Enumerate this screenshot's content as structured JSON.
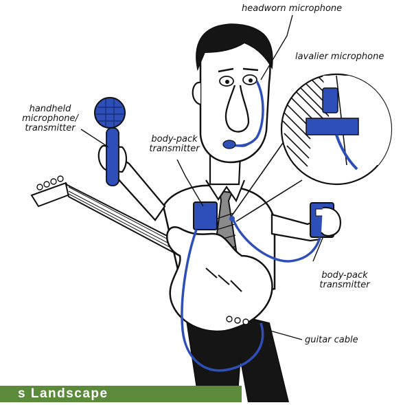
{
  "labels": {
    "headworn": "headworn microphone",
    "lavalier": "lavalier microphone",
    "handheld_line1": "handheld",
    "handheld_line2": "microphone/",
    "handheld_line3": "transmitter",
    "bodypack_left_line1": "body-pack",
    "bodypack_left_line2": "transmitter",
    "bodypack_right_line1": "body-pack",
    "bodypack_right_line2": "transmitter",
    "guitar_cable": "guitar cable"
  },
  "banner": {
    "text": "s Landscape"
  },
  "colors": {
    "equipment_blue": "#2f4fb8",
    "ink": "#111111",
    "banner_green": "#5a8a3a"
  }
}
